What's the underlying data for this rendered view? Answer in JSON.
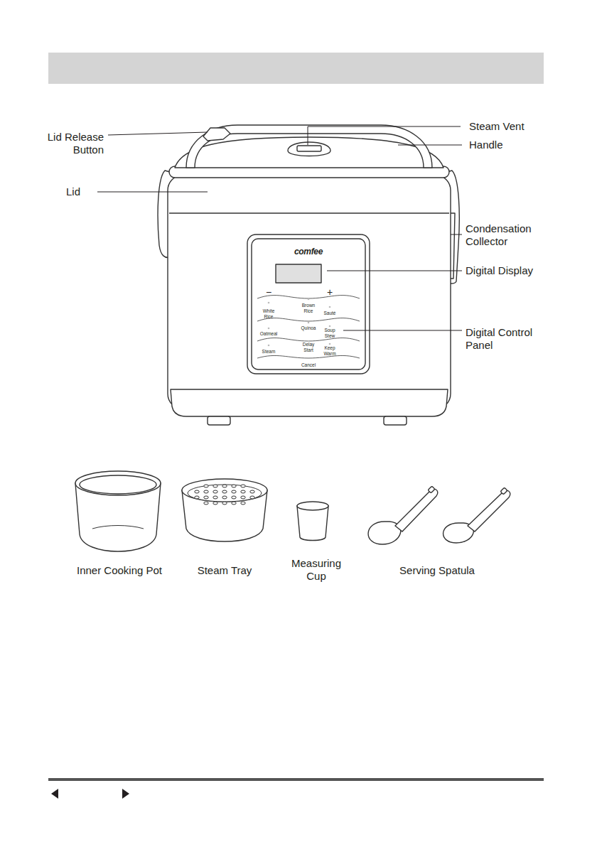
{
  "diagram": {
    "labels": [
      "Steam Vent",
      "Lid Release Button",
      "Handle",
      "Lid",
      "Condensation Collector",
      "comfee",
      "Digital Display",
      "−",
      "+",
      "Brown Rice",
      "White Rice",
      "Sauté",
      "Quinoa",
      "Oatmeal",
      "Soup Stew",
      "Digital Control Panel",
      "Delay Start",
      "Steam",
      "Keep Warm",
      "Cancel",
      "Inner Cooking Pot",
      "Steam Tray",
      "Measuring Cup",
      "Serving Spatula"
    ]
  }
}
